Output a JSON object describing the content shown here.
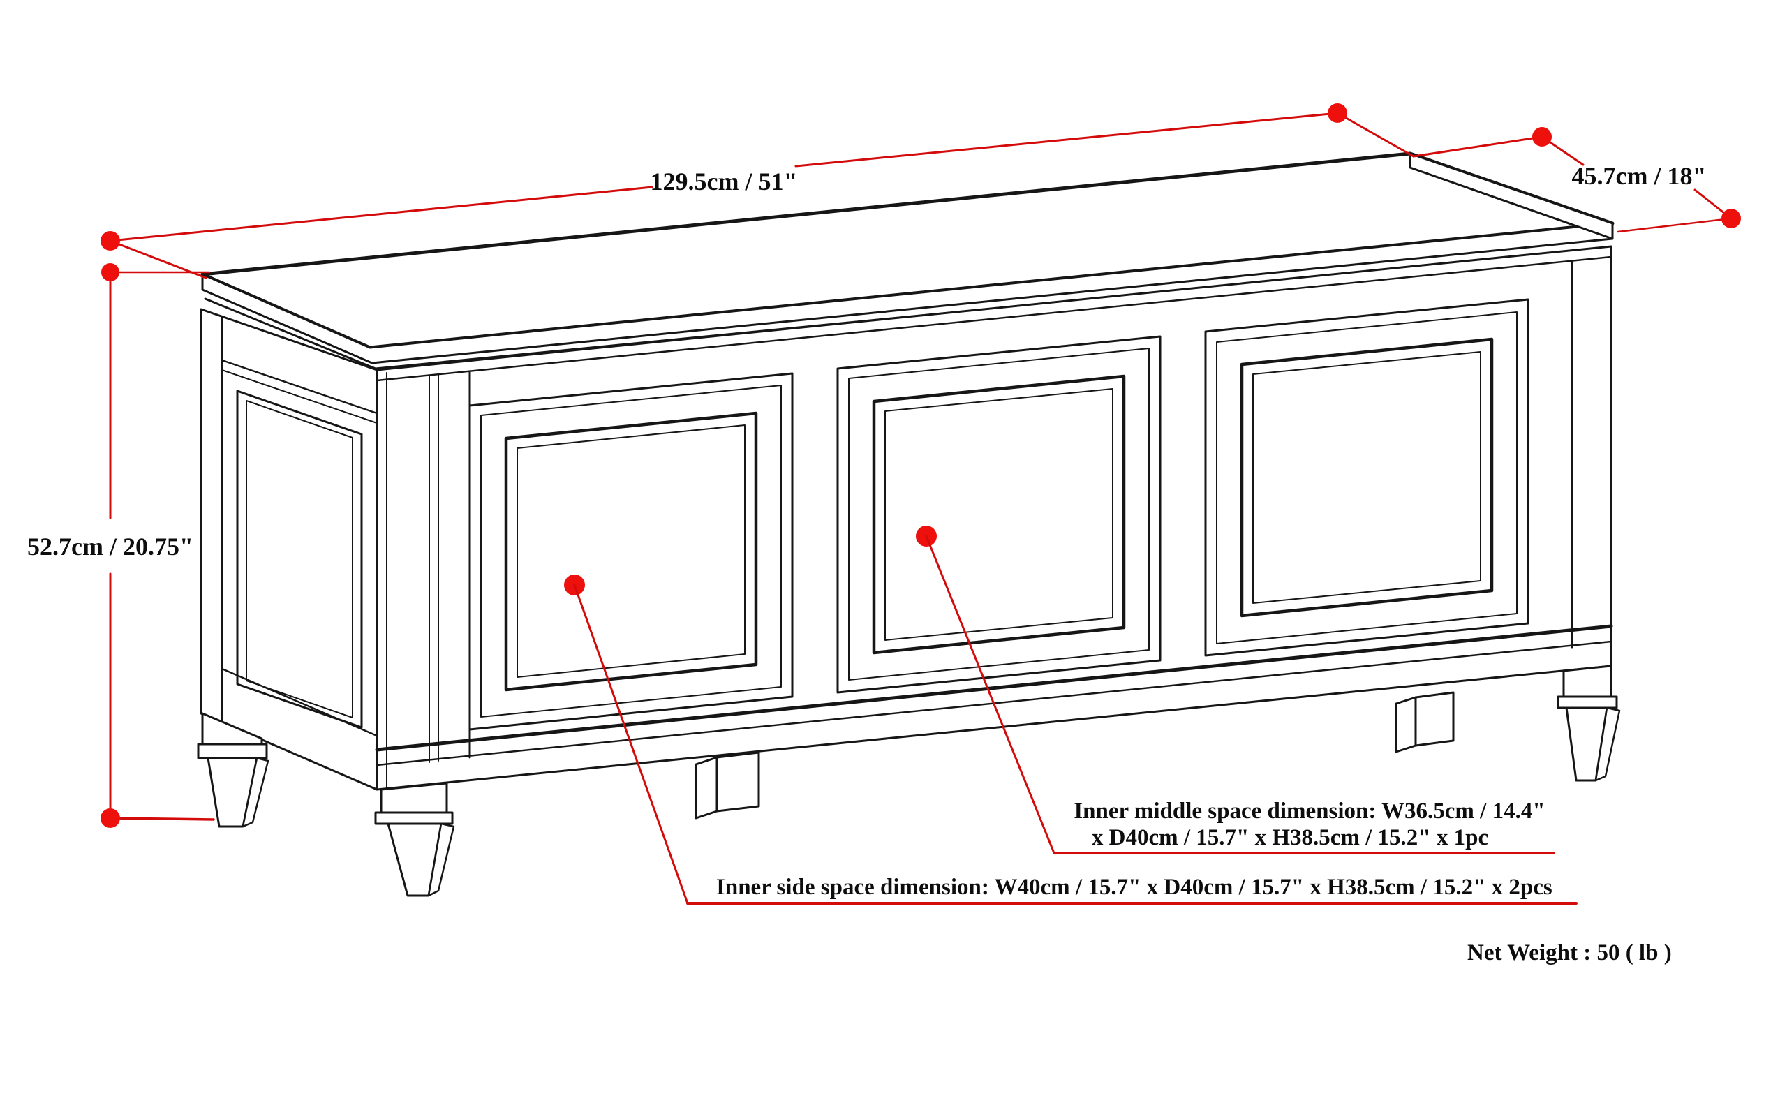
{
  "diagram": {
    "title_context": "storage bench dimension diagram",
    "dimensions": {
      "width_label": "129.5cm / 51\"",
      "depth_label": "45.7cm / 18\"",
      "height_label": "52.7cm / 20.75\""
    },
    "annotations": {
      "inner_middle_line1": "Inner middle space dimension: W36.5cm / 14.4\"",
      "inner_middle_line2": "x D40cm / 15.7\" x H38.5cm / 15.2\" x 1pc",
      "inner_side": "Inner side space dimension: W40cm / 15.7\" x D40cm / 15.7\" x H38.5cm / 15.2\" x 2pcs",
      "net_weight": "Net Weight : 50 ( lb )"
    },
    "colors": {
      "dimension_line_red": "#d40b0b",
      "marker_dot_red": "#ee100c",
      "drawing_black": "#161616",
      "background": "#ffffff"
    },
    "panel_count": "3",
    "marker_dots": "2"
  }
}
